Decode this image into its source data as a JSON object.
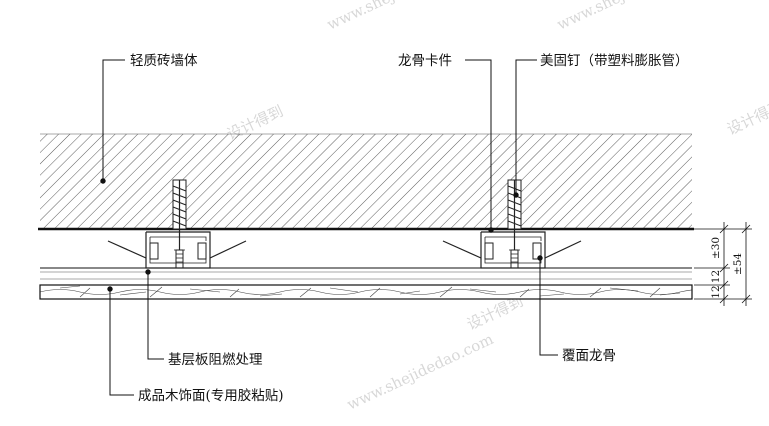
{
  "labels": {
    "wall": "轻质砖墙体",
    "keel_clip": "龙骨卡件",
    "anchor": "美固钉（带塑料膨胀管）",
    "base_board": "基层板阻燃处理",
    "finish": "成品木饰面(专用胶粘贴)",
    "cover_keel": "覆面龙骨"
  },
  "dimensions": {
    "inner": "±30",
    "outer": "±54",
    "seg_a": "12",
    "seg_b": "12"
  },
  "watermark": {
    "text_a": "设计得到",
    "text_b": "www.shejidedao.com"
  }
}
